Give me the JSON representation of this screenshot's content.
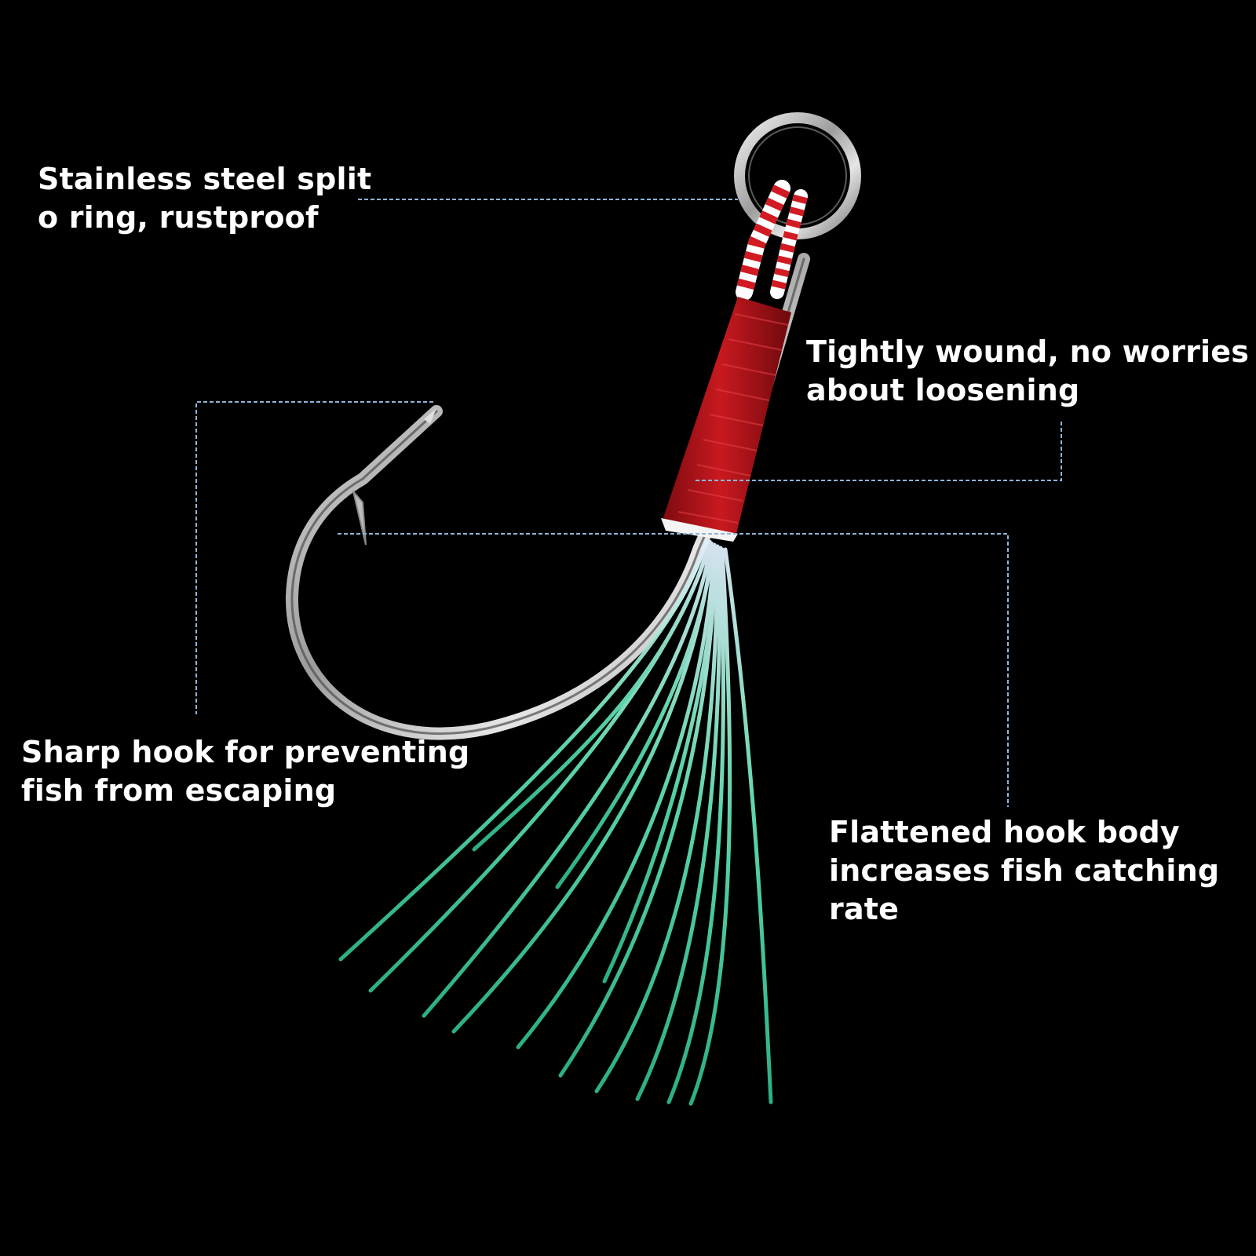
{
  "callouts": {
    "ring": {
      "lines": [
        "Stainless steel split",
        "o ring, rustproof"
      ]
    },
    "wound": {
      "lines": [
        "Tightly wound, no worries",
        "about loosening"
      ]
    },
    "sharp": {
      "lines": [
        "Sharp hook for preventing",
        "fish from escaping"
      ]
    },
    "flat": {
      "lines": [
        "Flattened hook body",
        "increases fish catching",
        "rate"
      ]
    }
  },
  "colors": {
    "background": "#000000",
    "text": "#ffffff",
    "leader_line": "#8fb4d8",
    "hook_silver": "#c9c9c9",
    "thread_red": "#b5141c",
    "skirt_green": "#4fd6a8"
  },
  "icons": [
    "split-ring-icon",
    "assist-hook-icon",
    "flash-skirt-icon"
  ]
}
